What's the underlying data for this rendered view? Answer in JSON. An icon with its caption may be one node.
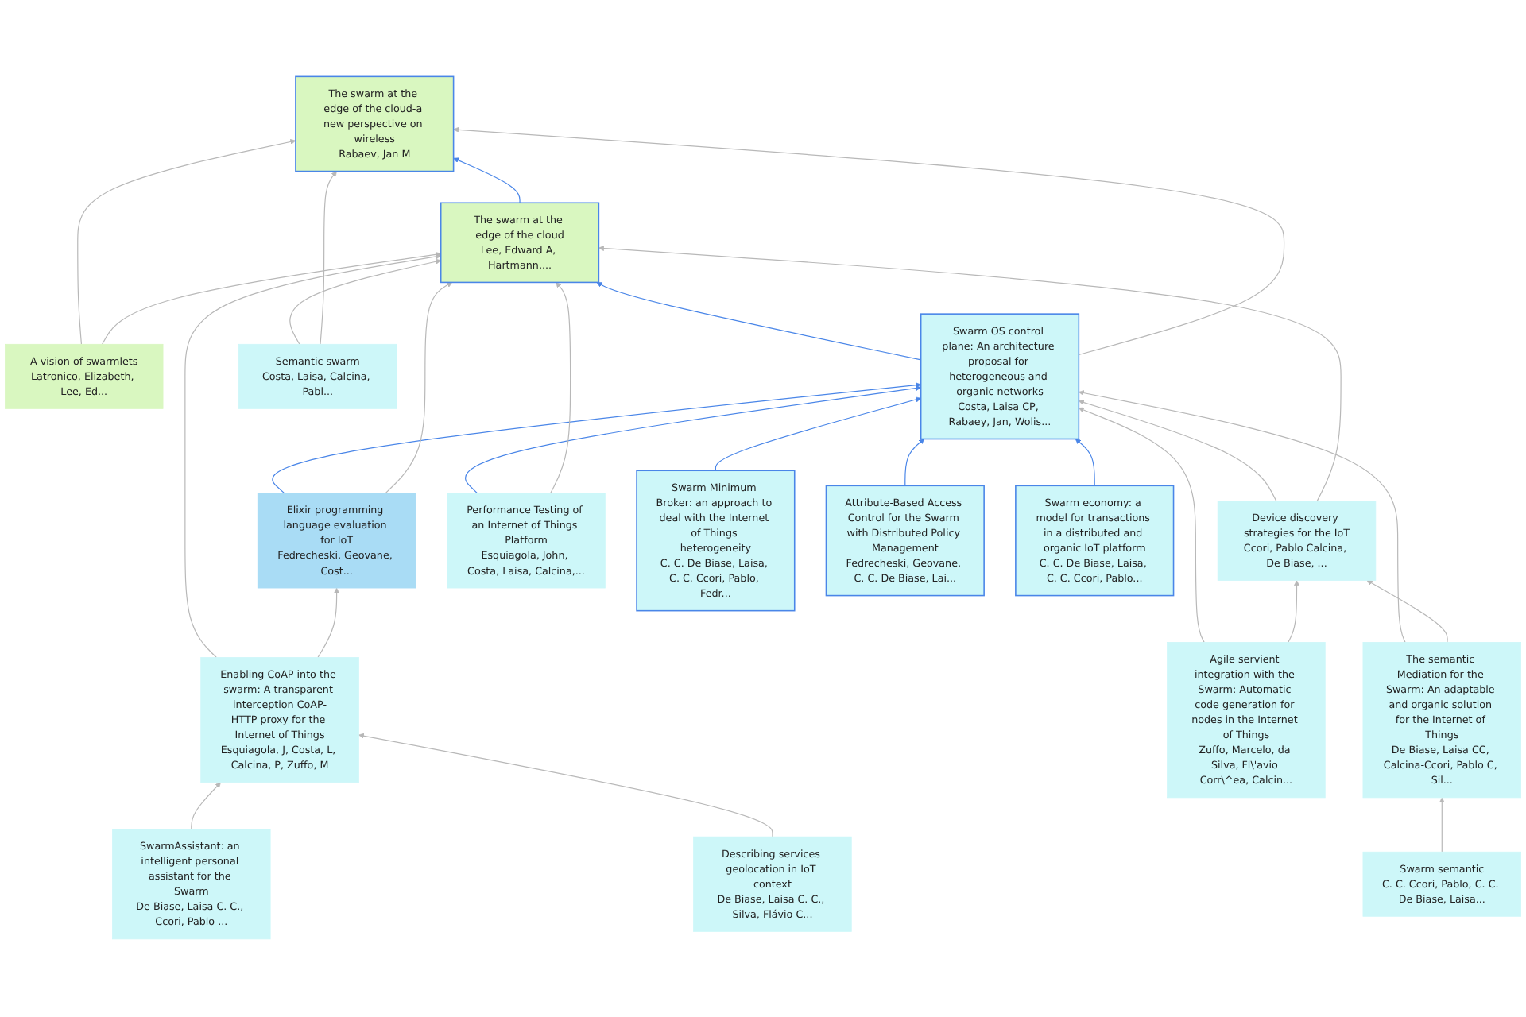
{
  "diagram": {
    "nodes": [
      {
        "text": [
          "The swarm at the edge of the cloud-a new perspective on wireless",
          "Rabaev, Jan M"
        ]
      },
      {
        "text": [
          "The swarm at the edge of the cloud",
          "Lee, Edward A, Hartmann,..."
        ]
      },
      {
        "text": [
          "A vision of swarmlets",
          "Latronico, Elizabeth, Lee, Ed..."
        ]
      },
      {
        "text": [
          "Swarm OS control plane: An architecture proposal for heterogeneous and organic networks",
          "Costa, Laisa CP, Rabaey, Jan, Wolis..."
        ]
      },
      {
        "text": [
          "Semantic swarm",
          "Costa, Laisa, Calcina, Pabl..."
        ]
      },
      {
        "text": [
          "Elixir programming language evaluation for IoT",
          "Fedrecheski, Geovane, Cost..."
        ]
      },
      {
        "text": [
          "Device discovery strategies for the IoT",
          "Ccori, Pablo Calcina, De Biase, ..."
        ]
      },
      {
        "text": [
          "Enabling CoAP into the swarm: A transparent interception CoAP-HTTP proxy for the Internet of Things",
          "Esquiagola, J, Costa, L, Calcina, P, Zuffo, M"
        ]
      },
      {
        "text": [
          "Performance Testing of an Internet of Things Platform",
          "Esquiagola, John, Costa, Laisa, Calcina,..."
        ]
      },
      {
        "text": [
          "Agile servient integration with the Swarm: Automatic code generation for nodes in the Internet of Things",
          "Zuffo, Marcelo, da Silva, Fl\\'avio Corr\\^ea, Calcin..."
        ]
      },
      {
        "text": [
          "The semantic Mediation for the Swarm: An adaptable and organic solution for the Internet of Things",
          "De Biase, Laisa CC, Calcina-Ccori, Pablo C, Sil..."
        ]
      },
      {
        "text": [
          "SwarmAssistant: an intelligent personal assistant for the Swarm",
          "De Biase, Laisa C. C., Ccori, Pablo ..."
        ]
      },
      {
        "text": [
          "Describing services geolocation in IoT context",
          "De Biase, Laisa C. C., Silva, Flávio C..."
        ]
      },
      {
        "text": [
          "Swarm Minimum Broker: an approach to deal with the Internet of Things heterogeneity",
          "C. C. De Biase, Laisa, C. C. Ccori, Pablo, Fedr..."
        ]
      },
      {
        "text": [
          "Attribute-Based Access Control for the Swarm with Distributed Policy Management",
          "Fedrecheski, Geovane, C. C. De Biase, Lai..."
        ]
      },
      {
        "text": [
          "Swarm economy: a model for transactions in a distributed and organic IoT platform",
          "C. C. De Biase, Laisa, C. C. Ccori, Pablo..."
        ]
      },
      {
        "text": [
          "Swarm semantic",
          "C. C. Ccori, Pablo, C. C. De Biase, Laisa..."
        ]
      }
    ],
    "edges": [
      {
        "from": 1,
        "to": 0,
        "arrow": "to",
        "color": "#4a86e8"
      },
      {
        "from": 2,
        "to": 0,
        "arrow": "to"
      },
      {
        "from": 2,
        "to": 1,
        "arrow": "to"
      },
      {
        "from": 3,
        "to": 1,
        "arrow": "to",
        "color": "#4a86e8"
      },
      {
        "from": 3,
        "to": 0,
        "arrow": "to"
      },
      {
        "from": 4,
        "to": 1,
        "arrow": "to"
      },
      {
        "from": 4,
        "to": 0,
        "arrow": "to"
      },
      {
        "from": 5,
        "to": 3,
        "arrow": "to",
        "color": "#4a86e8"
      },
      {
        "from": 5,
        "to": 1,
        "arrow": "to"
      },
      {
        "from": 6,
        "to": 3,
        "arrow": "to"
      },
      {
        "from": 6,
        "to": 1,
        "arrow": "to"
      },
      {
        "from": 7,
        "to": 1,
        "arrow": "to"
      },
      {
        "from": 7,
        "to": 5,
        "arrow": "to"
      },
      {
        "from": 8,
        "to": 3,
        "arrow": "to",
        "color": "#4a86e8"
      },
      {
        "from": 8,
        "to": 1,
        "arrow": "to"
      },
      {
        "from": 9,
        "to": 3,
        "arrow": "to"
      },
      {
        "from": 9,
        "to": 6,
        "arrow": "to"
      },
      {
        "from": 10,
        "to": 3,
        "arrow": "to"
      },
      {
        "from": 10,
        "to": 6,
        "arrow": "to"
      },
      {
        "from": 11,
        "to": 7,
        "arrow": "to"
      },
      {
        "from": 12,
        "to": 7,
        "arrow": "to"
      },
      {
        "from": 13,
        "to": 3,
        "arrow": "to",
        "color": "#4a86e8"
      },
      {
        "from": 14,
        "to": 3,
        "arrow": "to",
        "color": "#4a86e8"
      },
      {
        "from": 15,
        "to": 3,
        "arrow": "to",
        "color": "#4a86e8"
      },
      {
        "from": 16,
        "to": 10,
        "arrow": "to"
      }
    ]
  }
}
